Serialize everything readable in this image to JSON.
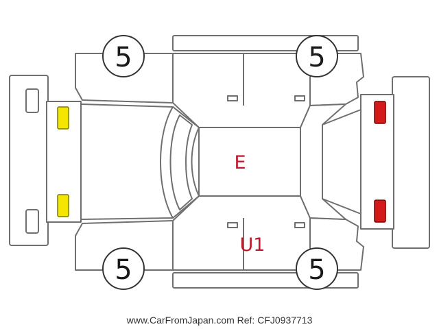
{
  "tires": {
    "front_left": "5",
    "front_right": "5",
    "rear_left": "5",
    "rear_right": "5"
  },
  "marks": {
    "roof": "E",
    "lower_door": "U1"
  },
  "credit": "www.CarFromJapan.com Ref: CFJ0937713",
  "colors": {
    "outline": "#6f6f6f",
    "mark_text": "#c0182a",
    "headlight": "#f4e600",
    "taillight": "#d51a1a"
  }
}
